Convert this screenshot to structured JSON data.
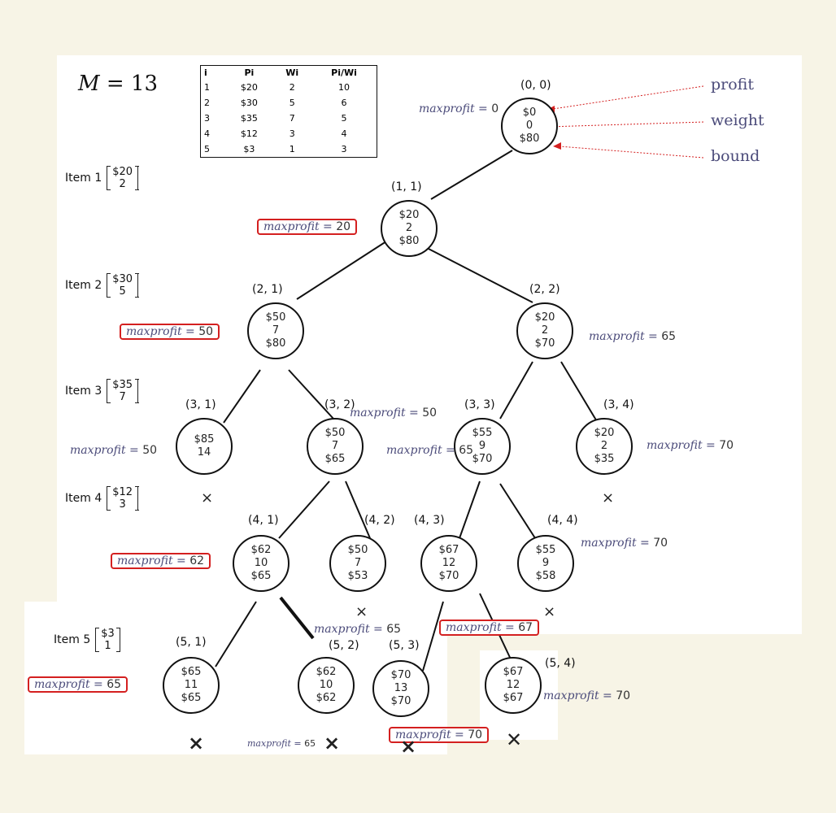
{
  "capacity": {
    "var": "M",
    "eq": "= 13"
  },
  "table": {
    "headers": [
      "i",
      "Pi",
      "Wi",
      "Pi/Wi"
    ],
    "rows": [
      [
        "1",
        "$20",
        "2",
        "10"
      ],
      [
        "2",
        "$30",
        "5",
        "6"
      ],
      [
        "3",
        "$35",
        "7",
        "5"
      ],
      [
        "4",
        "$12",
        "3",
        "4"
      ],
      [
        "5",
        "$3",
        "1",
        "3"
      ]
    ]
  },
  "legend": {
    "profit": "profit",
    "weight": "weight",
    "bound": "bound"
  },
  "items": [
    {
      "label": "Item 1",
      "top": "$20",
      "bottom": "2"
    },
    {
      "label": "Item 2",
      "top": "$30",
      "bottom": "5"
    },
    {
      "label": "Item 3",
      "top": "$35",
      "bottom": "7"
    },
    {
      "label": "Item 4",
      "top": "$12",
      "bottom": "3"
    },
    {
      "label": "Item 5",
      "top": "$3",
      "bottom": "1"
    }
  ],
  "maxprofit_label": "maxprofit =",
  "nodes": [
    {
      "id": "(0, 0)",
      "profit": "$0",
      "weight": "0",
      "bound": "$80",
      "maxprofit": "0"
    },
    {
      "id": "(1, 1)",
      "profit": "$20",
      "weight": "2",
      "bound": "$80",
      "maxprofit": "20"
    },
    {
      "id": "(2, 1)",
      "profit": "$50",
      "weight": "7",
      "bound": "$80",
      "maxprofit": "50"
    },
    {
      "id": "(2, 2)",
      "profit": "$20",
      "weight": "2",
      "bound": "$70",
      "maxprofit": "65"
    },
    {
      "id": "(3, 1)",
      "profit": "$85",
      "weight": "14",
      "bound": "",
      "maxprofit": "50"
    },
    {
      "id": "(3, 2)",
      "profit": "$50",
      "weight": "7",
      "bound": "$65",
      "maxprofit": "50"
    },
    {
      "id": "(3, 3)",
      "profit": "$55",
      "weight": "9",
      "bound": "$70",
      "maxprofit": "65"
    },
    {
      "id": "(3, 4)",
      "profit": "$20",
      "weight": "2",
      "bound": "$35",
      "maxprofit": "70"
    },
    {
      "id": "(4, 1)",
      "profit": "$62",
      "weight": "10",
      "bound": "$65",
      "maxprofit": "62"
    },
    {
      "id": "(4, 2)",
      "profit": "$50",
      "weight": "7",
      "bound": "$53",
      "maxprofit": "65"
    },
    {
      "id": "(4, 3)",
      "profit": "$67",
      "weight": "12",
      "bound": "$70",
      "maxprofit": "67"
    },
    {
      "id": "(4, 4)",
      "profit": "$55",
      "weight": "9",
      "bound": "$58",
      "maxprofit": "70"
    },
    {
      "id": "(5, 1)",
      "profit": "$65",
      "weight": "11",
      "bound": "$65",
      "maxprofit": "65"
    },
    {
      "id": "(5, 2)",
      "profit": "$62",
      "weight": "10",
      "bound": "$62",
      "maxprofit": "65"
    },
    {
      "id": "(5, 3)",
      "profit": "$70",
      "weight": "13",
      "bound": "$70",
      "maxprofit": "70"
    },
    {
      "id": "(5, 4)",
      "profit": "$67",
      "weight": "12",
      "bound": "$67",
      "maxprofit": "70"
    }
  ],
  "prune_mark": "×",
  "prune_mark_bold": "✕",
  "colors": {
    "red_box": "#d42020",
    "maxprofit_text": "#4b4b7a",
    "arrow": "#d42020",
    "background": "#f7f4e6"
  }
}
